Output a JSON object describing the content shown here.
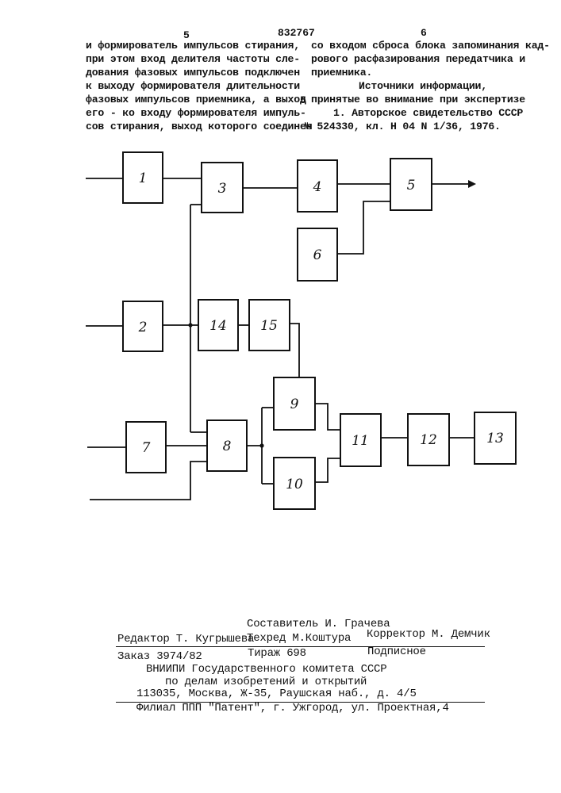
{
  "header": {
    "col_left_number": "5",
    "patent_number": "832767",
    "col_right_number": "6"
  },
  "left_column": [
    "и формирователь импульсов стирания,",
    "при этом вход делителя частоты сле-",
    "дования фазовых импульсов подключен",
    "к выходу формирователя длительности",
    "фазовых импульсов приемника, а выход",
    "его - ко входу формирователя импуль-",
    "сов стирания, выход которого соединен"
  ],
  "right_column": [
    "со входом сброса блока запоминания кад-",
    "рового расфазирования передатчика и",
    "приемника."
  ],
  "sources": {
    "title": "Источники информации,",
    "subtitle": "принятые во внимание при экспертизе",
    "line_number": "5",
    "ref1_line1": "1. Авторское свидетельство СССР",
    "ref1_line2": "№ 524330, кл. Н 04 N 1/36, 1976."
  },
  "diagram": {
    "blocks": [
      {
        "id": "1",
        "label": "1"
      },
      {
        "id": "2",
        "label": "2"
      },
      {
        "id": "3",
        "label": "3"
      },
      {
        "id": "4",
        "label": "4"
      },
      {
        "id": "5",
        "label": "5"
      },
      {
        "id": "6",
        "label": "6"
      },
      {
        "id": "7",
        "label": "7"
      },
      {
        "id": "8",
        "label": "8"
      },
      {
        "id": "9",
        "label": "9"
      },
      {
        "id": "10",
        "label": "10"
      },
      {
        "id": "11",
        "label": "11"
      },
      {
        "id": "12",
        "label": "12"
      },
      {
        "id": "13",
        "label": "13"
      },
      {
        "id": "14",
        "label": "14"
      },
      {
        "id": "15",
        "label": "15"
      }
    ]
  },
  "footer": {
    "compiler": "Составитель И. Грачева",
    "editor": "Редактор Т. Кугрышева",
    "techred": "Техред М.Коштура",
    "corrector": "Корректор М. Демчик",
    "order": "Заказ 3974/82",
    "circulation": "Тираж 698",
    "subscription": "Подписное",
    "org_line1": "ВНИИПИ Государственного комитета СССР",
    "org_line2": "по делам изобретений и открытий",
    "org_line3": "113035, Москва, Ж-35, Раушская наб., д. 4/5",
    "branch": "Филиал ППП \"Патент\", г. Ужгород, ул. Проектная,4"
  }
}
